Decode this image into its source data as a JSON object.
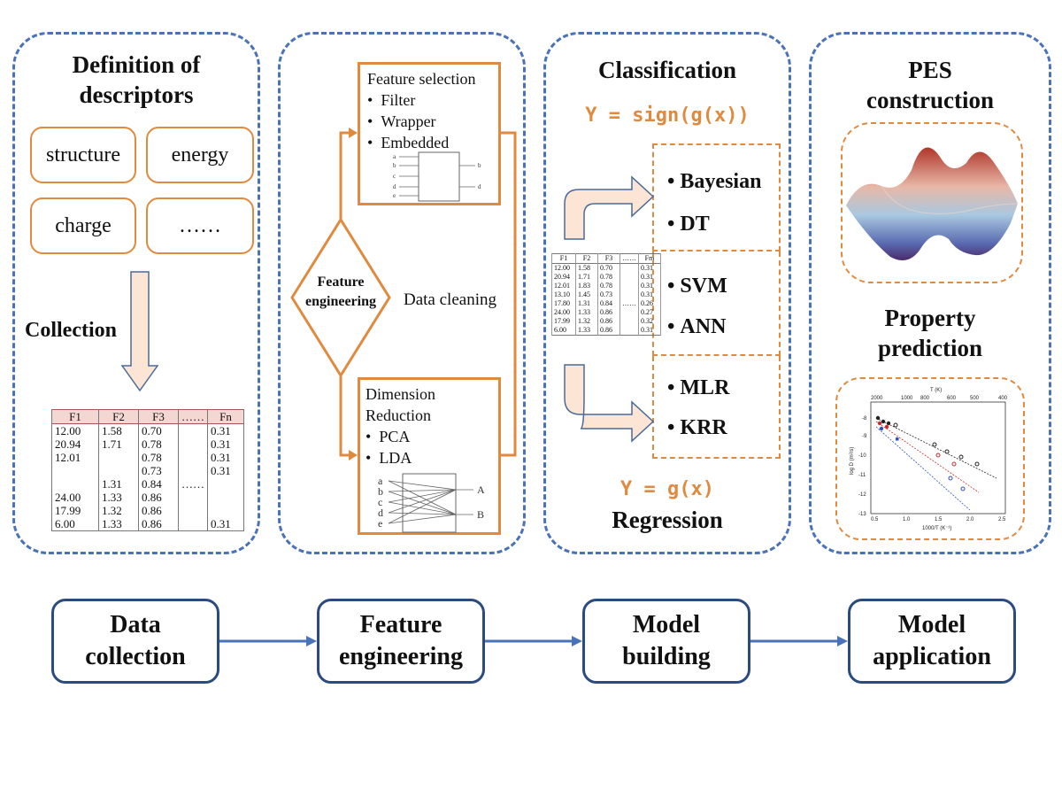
{
  "panel1": {
    "title_line1": "Definition of",
    "title_line2": "descriptors",
    "descriptors": [
      "structure",
      "energy",
      "charge",
      "……"
    ],
    "collection_label": "Collection",
    "table": {
      "headers": [
        "F1",
        "F2",
        "F3",
        "……",
        "Fn"
      ],
      "rows": [
        [
          "12.00",
          "1.58",
          "0.70",
          "",
          "0.31"
        ],
        [
          "20.94",
          "1.71",
          "0.78",
          "",
          "0.31"
        ],
        [
          "12.01",
          "",
          "0.78",
          "",
          "0.31"
        ],
        [
          "",
          "",
          "0.73",
          "",
          "0.31"
        ],
        [
          "",
          "1.31",
          "0.84",
          "……",
          ""
        ],
        [
          "24.00",
          "1.33",
          "0.86",
          "",
          ""
        ],
        [
          "17.99",
          "1.32",
          "0.86",
          "",
          ""
        ],
        [
          "6.00",
          "1.33",
          "0.86",
          "",
          "0.31"
        ]
      ]
    }
  },
  "panel2": {
    "fs_title": "Feature selection",
    "fs_items": [
      "Filter",
      "Wrapper",
      "Embedded"
    ],
    "fs_diagram_inputs": [
      "a",
      "b",
      "c",
      "d",
      "e"
    ],
    "fs_diagram_outputs": [
      "b",
      "d"
    ],
    "diamond_line1": "Feature",
    "diamond_line2": "engineering",
    "data_cleaning": "Data cleaning",
    "dr_title_line1": "Dimension",
    "dr_title_line2": "Reduction",
    "dr_items": [
      "PCA",
      "LDA"
    ],
    "dr_diagram_inputs": [
      "a",
      "b",
      "c",
      "d",
      "e"
    ],
    "dr_diagram_outputs": [
      "A",
      "B"
    ]
  },
  "panel3": {
    "classification": "Classification",
    "class_formula": "Y = sign(g(x))",
    "regression_formula": "Y = g(x)",
    "regression": "Regression",
    "models_group1": [
      "Bayesian",
      "DT"
    ],
    "models_group2": [
      "SVM",
      "ANN"
    ],
    "models_group3": [
      "MLR",
      "KRR"
    ],
    "table": {
      "headers": [
        "F1",
        "F2",
        "F3",
        "……",
        "Fm"
      ],
      "rows": [
        [
          "12.00",
          "1.58",
          "0.70",
          "",
          "0.31"
        ],
        [
          "20.94",
          "1.71",
          "0.78",
          "",
          "0.31"
        ],
        [
          "12.01",
          "1.83",
          "0.78",
          "",
          "0.31"
        ],
        [
          "13.10",
          "1.45",
          "0.73",
          "",
          "0.31"
        ],
        [
          "17.80",
          "1.31",
          "0.84",
          "……",
          "0.26"
        ],
        [
          "24.00",
          "1.33",
          "0.86",
          "",
          "0.27"
        ],
        [
          "17.99",
          "1.32",
          "0.86",
          "",
          "0.32"
        ],
        [
          "6.00",
          "1.33",
          "0.86",
          "",
          "0.31"
        ]
      ]
    }
  },
  "panel4": {
    "pes_line1": "PES",
    "pes_line2": "construction",
    "prop_line1": "Property",
    "prop_line2": "prediction",
    "plot": {
      "top_axis_label": "T (K)",
      "top_ticks": [
        "2000",
        "1000",
        "800",
        "600",
        "500",
        "400"
      ],
      "bottom_ticks": [
        "0.5",
        "1.0",
        "1.5",
        "2.0",
        "2.5"
      ],
      "bottom_axis_label": "1000/T (K⁻¹)",
      "left_ticks": [
        "-8",
        "-9",
        "-10",
        "-11",
        "-12",
        "-13"
      ],
      "left_axis_label": "log D (m²/s)"
    }
  },
  "stages": [
    {
      "line1": "Data",
      "line2": "collection"
    },
    {
      "line1": "Feature",
      "line2": "engineering"
    },
    {
      "line1": "Model",
      "line2": "building"
    },
    {
      "line1": "Model",
      "line2": "application"
    }
  ],
  "colors": {
    "panel_border": "#4a72b8",
    "orange": "#e08a3f",
    "stage_border": "#2b4b7e",
    "arrow": "#4a72b8"
  }
}
